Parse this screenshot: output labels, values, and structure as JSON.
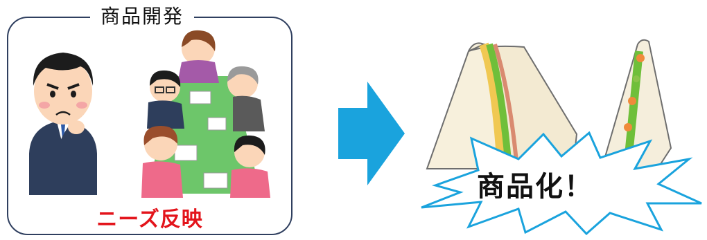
{
  "frame": {
    "title": "商品開発"
  },
  "needs_label": "ニーズ反映",
  "burst_label": "商品化！",
  "icons": {
    "thinking_man": "thinking-businessman-icon",
    "meeting": "team-meeting-icon",
    "arrow": "right-arrow-icon",
    "sandwich": "sandwich-icon",
    "burst": "starburst-icon"
  },
  "colors": {
    "needs_text": "#e3141b",
    "arrow": "#1aa3dd",
    "burst_stroke": "#1aa3dd",
    "frame_border": "#2f3f5f"
  }
}
